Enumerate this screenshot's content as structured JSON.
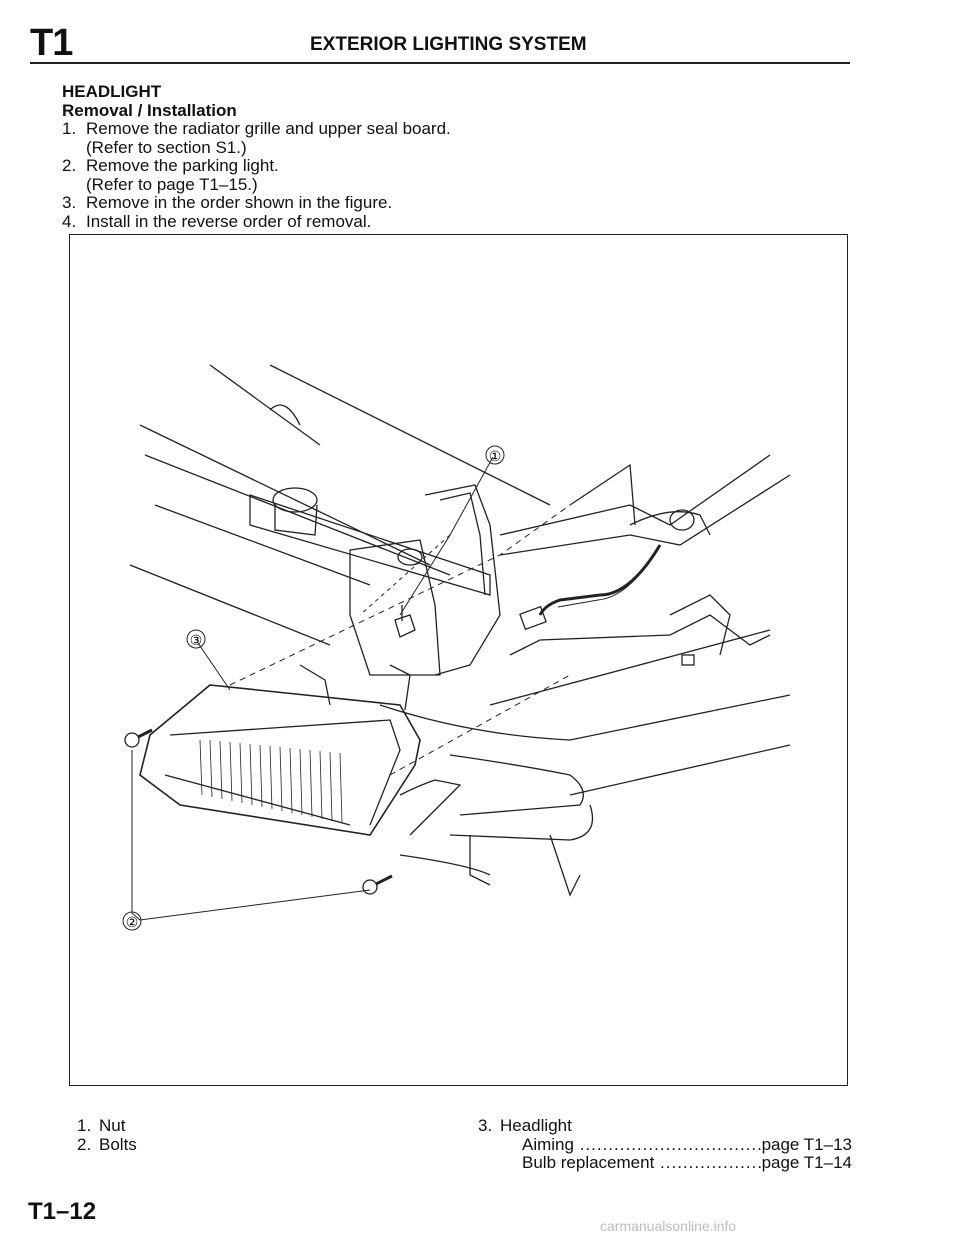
{
  "header": {
    "section_code": "T1",
    "title": "EXTERIOR LIGHTING SYSTEM"
  },
  "section": {
    "heading": "HEADLIGHT",
    "subheading": "Removal / Installation"
  },
  "steps": [
    {
      "num": "1.",
      "text": "Remove the radiator grille and upper seal board.",
      "ref": "(Refer to section S1.)"
    },
    {
      "num": "2.",
      "text": "Remove the parking light.",
      "ref": "(Refer to page T1–15.)"
    },
    {
      "num": "3.",
      "text": "Remove in the order shown in the figure."
    },
    {
      "num": "4.",
      "text": "Install in the reverse order of removal."
    }
  ],
  "figure": {
    "callouts": [
      "①",
      "②",
      "③"
    ]
  },
  "legend": {
    "items": [
      {
        "num": "1.",
        "label": "Nut"
      },
      {
        "num": "2.",
        "label": "Bolts"
      },
      {
        "num": "3.",
        "label": "Headlight"
      }
    ],
    "subitems": [
      {
        "label": "Aiming",
        "page": "page T1–13"
      },
      {
        "label": "Bulb replacement",
        "page": "page T1–14"
      }
    ]
  },
  "footer": {
    "page_number": "T1–12",
    "watermark": "carmanualsonline.info"
  }
}
